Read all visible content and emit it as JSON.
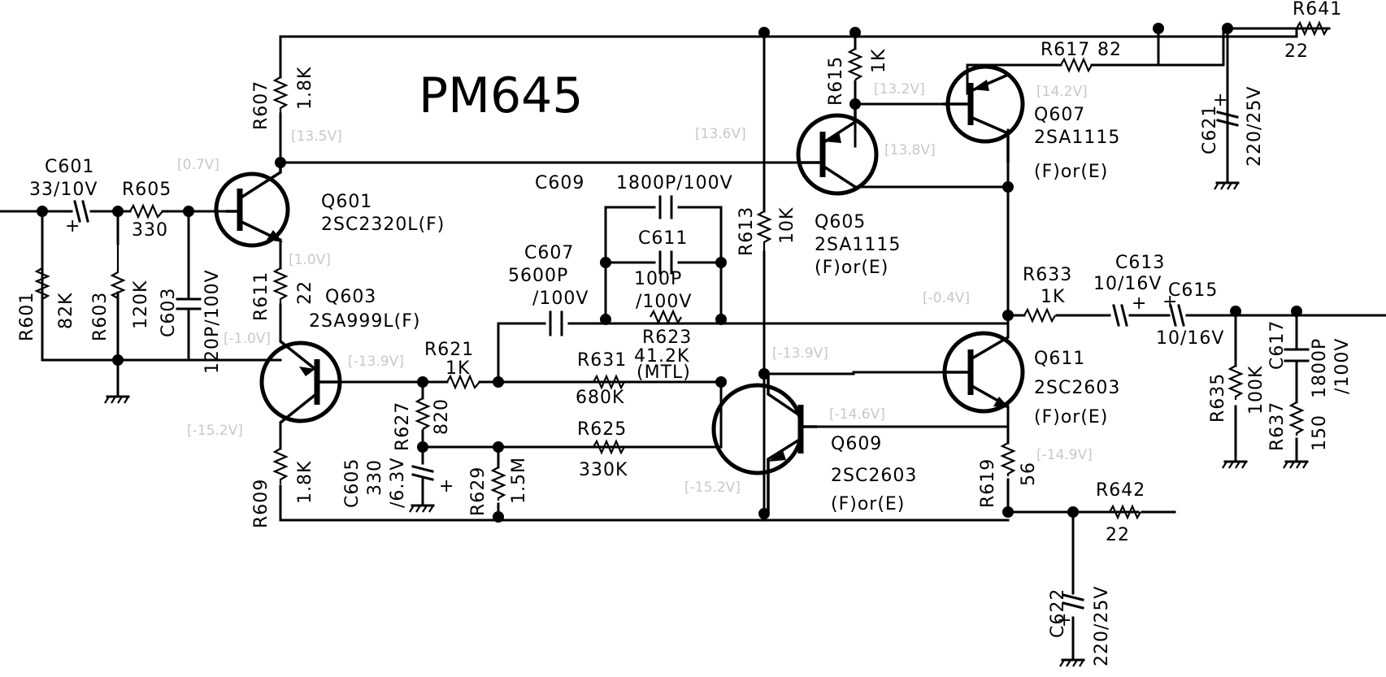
{
  "title": "PM645",
  "components": {
    "c601": {
      "ref": "C601",
      "value": "33/10V"
    },
    "r605": {
      "ref": "R605",
      "value": "330"
    },
    "r601": {
      "ref": "R601",
      "value": "82K"
    },
    "r603": {
      "ref": "R603",
      "value": "120K"
    },
    "c603": {
      "ref": "C603",
      "value": "120P/100V"
    },
    "r607": {
      "ref": "R607",
      "value": "1.8K"
    },
    "r611": {
      "ref": "R611",
      "value": "22"
    },
    "r609": {
      "ref": "R609",
      "value": "1.8K"
    },
    "q601": {
      "ref": "Q601",
      "part": "2SC2320L(F)"
    },
    "q603": {
      "ref": "Q603",
      "part": "2SA999L(F)"
    },
    "r621": {
      "ref": "R621",
      "value": "1K"
    },
    "r627": {
      "ref": "R627",
      "value": "820"
    },
    "c605": {
      "ref": "C605",
      "value1": "330",
      "value2": "/6.3V"
    },
    "r629": {
      "ref": "R629",
      "value": "1.5M"
    },
    "c609": {
      "ref": "C609",
      "value": "1800P/100V"
    },
    "c607": {
      "ref": "C607",
      "value1": "5600P",
      "value2": "/100V"
    },
    "c611": {
      "ref": "C611",
      "value1": "100P",
      "value2": "/100V"
    },
    "r623": {
      "ref": "R623",
      "value": "41.2K",
      "note": "(MTL)"
    },
    "r631": {
      "ref": "R631",
      "value": "680K"
    },
    "r625": {
      "ref": "R625",
      "value": "330K"
    },
    "r613": {
      "ref": "R613",
      "value": "10K"
    },
    "r615": {
      "ref": "R615",
      "value": "1K"
    },
    "r617": {
      "ref": "R617",
      "value": "82"
    },
    "q605": {
      "ref": "Q605",
      "part": "2SA1115",
      "grade": "(F)or(E)"
    },
    "q607": {
      "ref": "Q607",
      "part": "2SA1115",
      "grade": "(F)or(E)"
    },
    "q609": {
      "ref": "Q609",
      "part": "2SC2603",
      "grade": "(F)or(E)"
    },
    "q611": {
      "ref": "Q611",
      "part": "2SC2603",
      "grade": "(F)or(E)"
    },
    "r619": {
      "ref": "R619",
      "value": "56"
    },
    "r633": {
      "ref": "R633",
      "value": "1K"
    },
    "c613": {
      "ref": "C613",
      "value": "10/16V"
    },
    "c615": {
      "ref": "C615",
      "value": "10/16V"
    },
    "r635": {
      "ref": "R635",
      "value": "100K"
    },
    "c617": {
      "ref": "C617",
      "value1": "1800P",
      "value2": "/100V"
    },
    "r637": {
      "ref": "R637",
      "value": "150"
    },
    "r641": {
      "ref": "R641",
      "value": "22"
    },
    "c621": {
      "ref": "C621",
      "value": "220/25V"
    },
    "r642": {
      "ref": "R642",
      "value": "22"
    },
    "c622": {
      "ref": "C622",
      "value": "220/25V"
    }
  },
  "voltages": {
    "v1": "[0.7V]",
    "v2": "[13.5V]",
    "v3": "[1.0V]",
    "v4": "[-1.0V]",
    "v5": "[-13.9V]",
    "v6": "[-15.2V]",
    "v7": "[13.6V]",
    "v8": "[13.2V]",
    "v9": "[13.8V]",
    "v10": "[14.2V]",
    "v11": "[-13.9V]",
    "v12": "[-14.6V]",
    "v13": "[-14.9V]",
    "v14": "[-15.2V]",
    "v15": "[-0.4V]"
  },
  "symbols": {
    "plus": "+"
  }
}
